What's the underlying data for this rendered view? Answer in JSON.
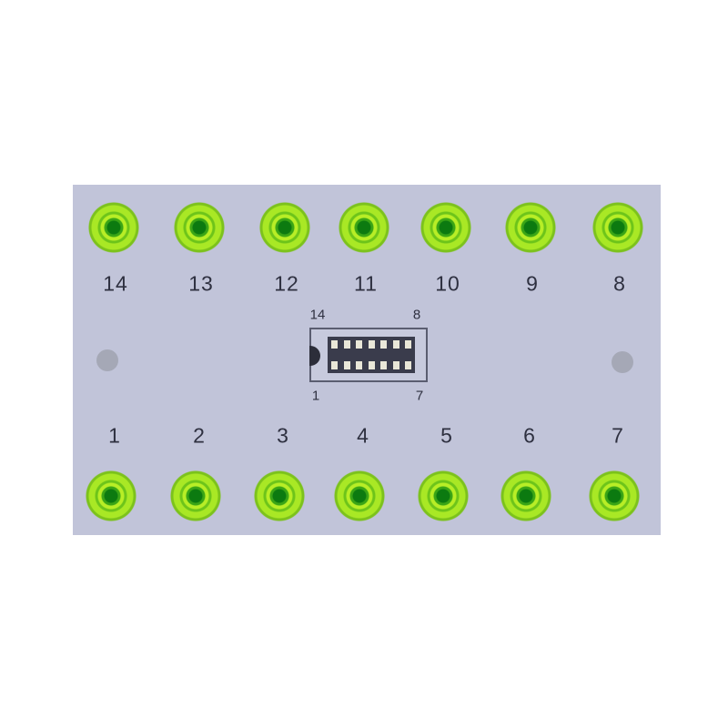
{
  "top_labels": [
    "14",
    "13",
    "12",
    "11",
    "10",
    "9",
    "8"
  ],
  "bottom_labels": [
    "1",
    "2",
    "3",
    "4",
    "5",
    "6",
    "7"
  ],
  "chip_labels": {
    "top_left": "14",
    "top_right": "8",
    "bottom_left": "1",
    "bottom_right": "7"
  },
  "colors": {
    "board": "#c1c4d9",
    "jack": "#a9e825"
  }
}
